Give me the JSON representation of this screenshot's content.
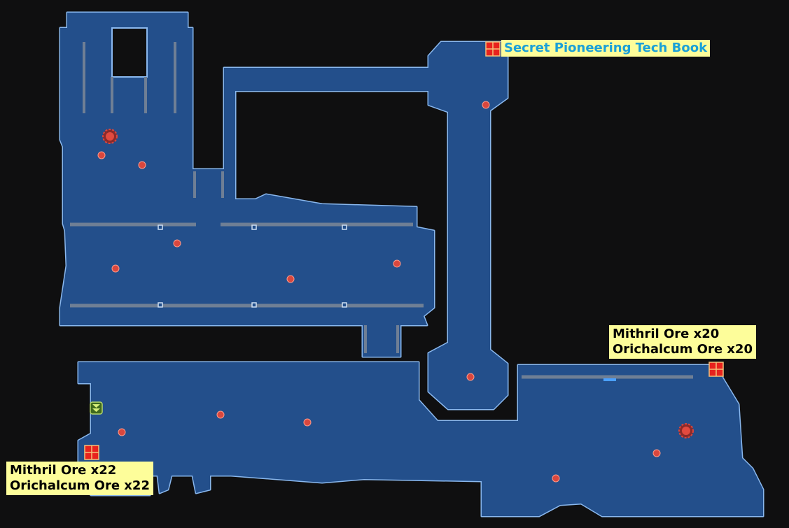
{
  "map": {
    "colors": {
      "floor": "#234f8b",
      "border": "#8ab8ee",
      "background": "#0f0f10",
      "label_bg": "#fdfd9a",
      "enemy": "#d9473e",
      "chest": "#e8221d"
    },
    "labels": {
      "tech_book": "Secret Pioneering Tech Book",
      "chest_right": [
        "Mithril Ore x20",
        "Orichalcum Ore x20"
      ],
      "chest_left": [
        "Mithril Ore x22",
        "Orichalcum Ore x22"
      ]
    }
  }
}
